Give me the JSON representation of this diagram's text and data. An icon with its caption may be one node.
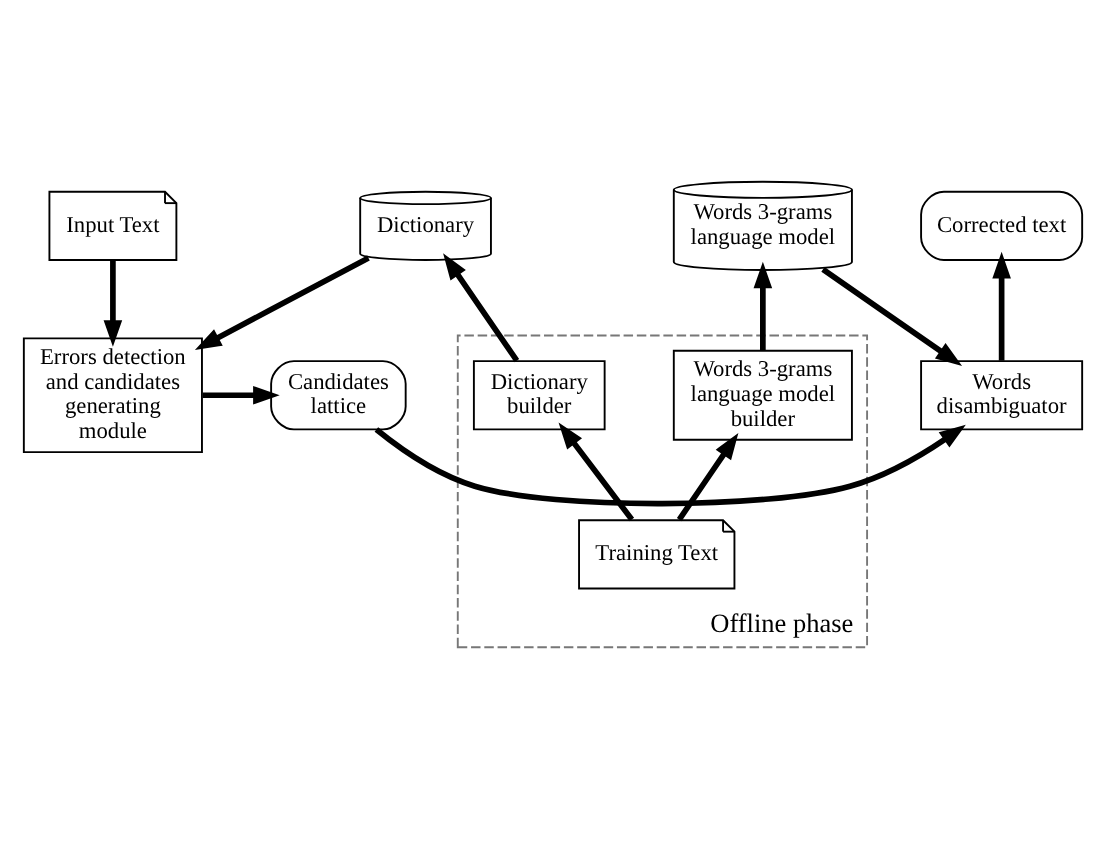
{
  "diagram": {
    "nodes": [
      {
        "text": [
          "Errors detection and candidates generating module"
        ]
      },
      {
        "text": [
          "Candidates lattice"
        ]
      },
      {
        "text": [
          "Words disambiguator"
        ]
      },
      {
        "text": [
          "Input Text"
        ]
      },
      {
        "text": [
          "Dictionary"
        ]
      },
      {
        "text": [
          "Words 3-grams language model"
        ]
      },
      {
        "text": [
          "Corrected text"
        ]
      },
      {
        "text": [
          "Offline phase"
        ]
      },
      {
        "text": [
          "Dictionary builder"
        ],
        "in": 7
      },
      {
        "text": [
          "Training Text"
        ],
        "in": 7
      },
      {
        "text": [
          "Words 3-grams language model builder"
        ],
        "in": 7
      }
    ],
    "edges": [
      {
        "from": 3,
        "to": 0,
        "arrow": "to"
      },
      {
        "from": 4,
        "to": 0,
        "arrow": "to"
      },
      {
        "from": 0,
        "to": 1,
        "arrow": "to"
      },
      {
        "from": 1,
        "to": 2,
        "arrow": "to"
      },
      {
        "from": 5,
        "to": 2,
        "arrow": "to"
      },
      {
        "from": 2,
        "to": 6,
        "arrow": "to"
      },
      {
        "from": 8,
        "to": 4,
        "arrow": "to"
      },
      {
        "from": 10,
        "to": 5,
        "arrow": "to"
      },
      {
        "from": 9,
        "to": 8,
        "arrow": "to"
      },
      {
        "from": 9,
        "to": 10,
        "arrow": "to"
      }
    ]
  }
}
